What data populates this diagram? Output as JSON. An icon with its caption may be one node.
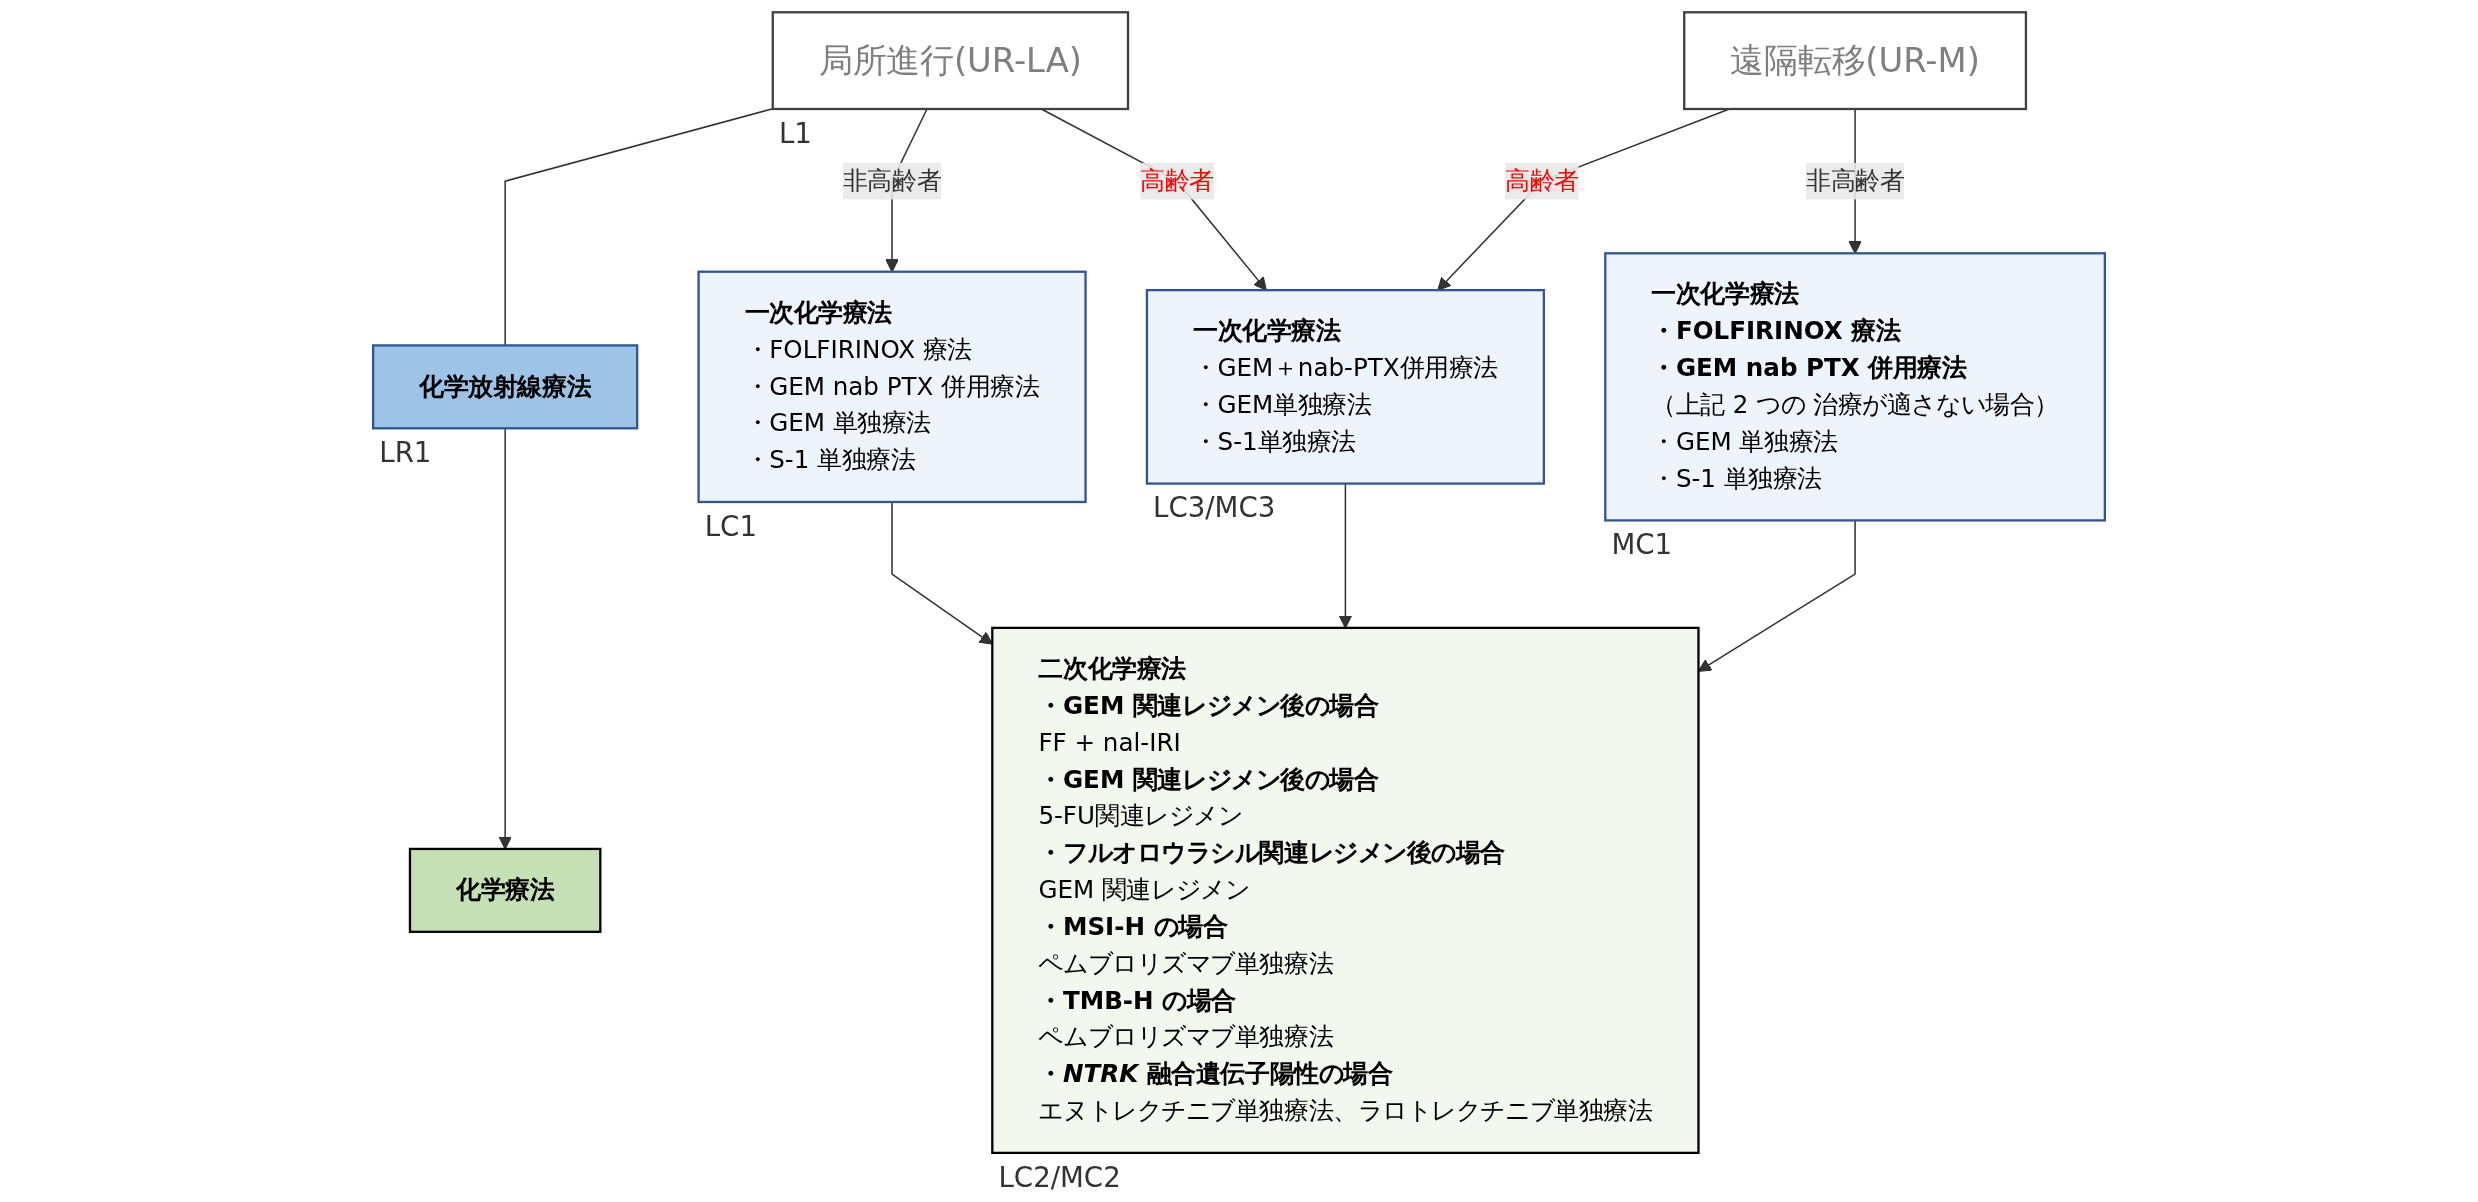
{
  "diagram": {
    "nodes": [
      {
        "text": [
          "局所進行(UR-LA)"
        ],
        "beside": [
          "L1"
        ]
      },
      {
        "text": [
          "遠隔転移(UR-M)"
        ]
      },
      {
        "text": [
          "化学放射線療法"
        ],
        "beside": [
          "LR1"
        ]
      },
      {
        "text": [
          "一次化学療法",
          "・FOLFIRINOX 療法",
          "・GEM nab PTX 併用療法",
          "・GEM 単独療法",
          "・S-1 単独療法"
        ],
        "beside": [
          "LC1"
        ]
      },
      {
        "text": [
          "一次化学療法",
          "・GEM＋nab-PTX併用療法",
          "・GEM単独療法",
          "・S-1単独療法"
        ],
        "beside": [
          "LC3/MC3"
        ]
      },
      {
        "text": [
          "一次化学療法",
          "・FOLFIRINOX 療法",
          "・GEM nab PTX 併用療法",
          "（上記 2 つの 治療が適さない場合）",
          "・GEM 単独療法",
          "・S-1 単独療法"
        ],
        "beside": [
          "MC1"
        ]
      },
      {
        "text": [
          "化学療法"
        ]
      },
      {
        "text": [
          "二次化学療法",
          "・GEM 関連レジメン後の場合",
          "FF + nal-IRI",
          "・GEM 関連レジメン後の場合",
          "5-FU関連レジメン",
          "・フルオロウラシル関連レジメン後の場合",
          "GEM 関連レジメン",
          "・MSI-H の場合",
          "ペムブロリズマブ単独療法",
          "・TMB-H の場合",
          "ペムブロリズマブ単独療法",
          "・*NTRK* 融合遺伝子陽性の場合",
          "エヌトレクチニブ単独療法、ラロトレクチニブ単独療法"
        ],
        "beside": [
          "LC2/MC2"
        ]
      }
    ],
    "edges": [
      {
        "from": 0,
        "to": 2,
        "arrow": "none"
      },
      {
        "from": 0,
        "to": 3,
        "label": "非高齢者",
        "arrow": "to"
      },
      {
        "from": 0,
        "to": 4,
        "label": "高齢者",
        "arrow": "to"
      },
      {
        "from": 1,
        "to": 4,
        "label": "高齢者",
        "arrow": "to"
      },
      {
        "from": 1,
        "to": 5,
        "label": "非高齢者",
        "arrow": "to"
      },
      {
        "from": 2,
        "to": 6,
        "arrow": "to"
      },
      {
        "from": 3,
        "to": 7,
        "arrow": "to"
      },
      {
        "from": 4,
        "to": 7,
        "arrow": "to"
      },
      {
        "from": 5,
        "to": 7,
        "arrow": "to"
      }
    ]
  }
}
